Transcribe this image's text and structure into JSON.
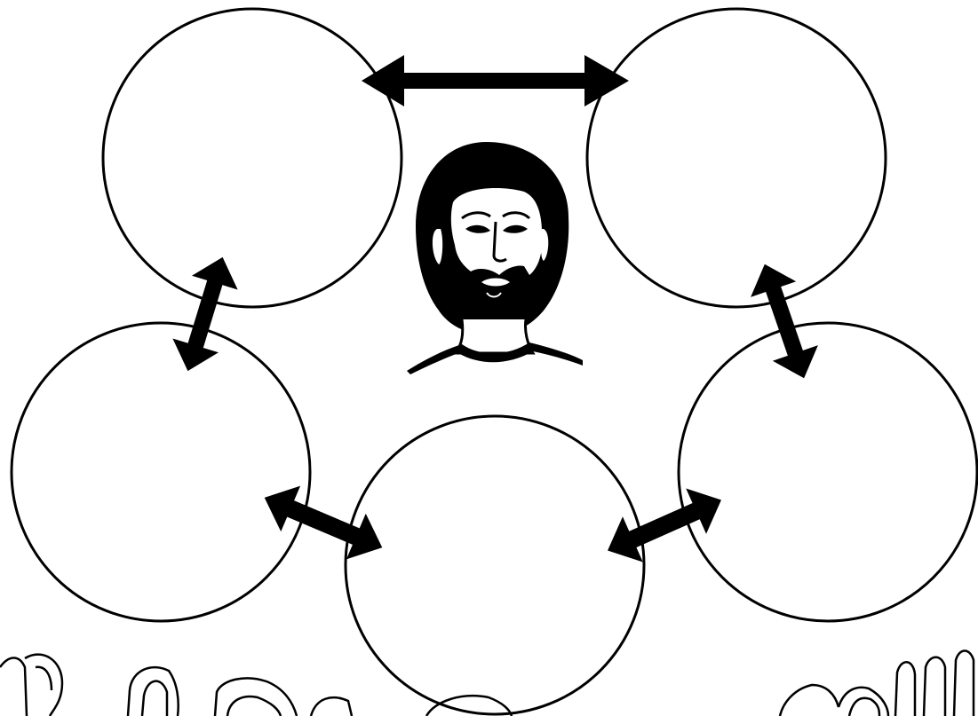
{
  "diagram": {
    "nodes": [
      {
        "id": "top-left",
        "label": ""
      },
      {
        "id": "top-right",
        "label": ""
      },
      {
        "id": "middle-left",
        "label": ""
      },
      {
        "id": "middle-right",
        "label": ""
      },
      {
        "id": "bottom-center",
        "label": ""
      }
    ],
    "edges": [
      {
        "from": "top-left",
        "to": "top-right",
        "type": "double-arrow"
      },
      {
        "from": "top-left",
        "to": "middle-left",
        "type": "double-arrow"
      },
      {
        "from": "top-right",
        "to": "middle-right",
        "type": "double-arrow"
      },
      {
        "from": "middle-left",
        "to": "bottom-center",
        "type": "double-arrow"
      },
      {
        "from": "middle-right",
        "to": "bottom-center",
        "type": "double-arrow"
      }
    ],
    "center_illustration": "bearded-man-portrait",
    "bottom_decoration": "outlined-letters-cut-off"
  },
  "colors": {
    "ink": "#000000",
    "paper": "#ffffff"
  }
}
